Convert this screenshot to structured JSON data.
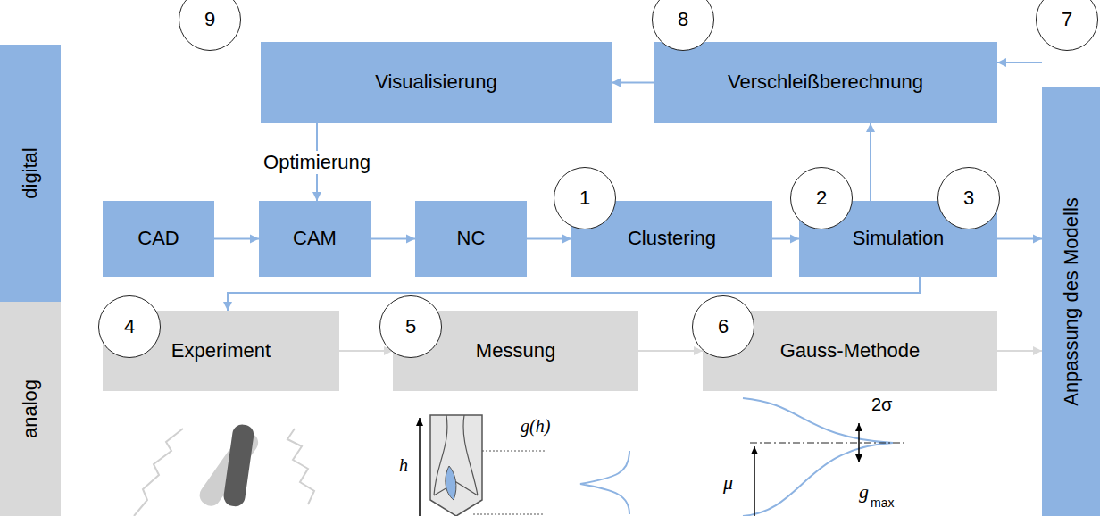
{
  "diagram": {
    "nodes": [
      {
        "text": [
          "digital"
        ]
      },
      {
        "text": [
          "analog"
        ]
      },
      {
        "text": [
          "Visualisierung"
        ]
      },
      {
        "text": [
          "Verschleißberechnung"
        ]
      },
      {
        "text": [
          "CAD"
        ]
      },
      {
        "text": [
          "CAM"
        ]
      },
      {
        "text": [
          "NC"
        ]
      },
      {
        "text": [
          "Clustering"
        ]
      },
      {
        "text": [
          "Simulation"
        ]
      },
      {
        "text": [
          "Experiment"
        ]
      },
      {
        "text": [
          "Messung"
        ]
      },
      {
        "text": [
          "Gauss-Methode"
        ]
      },
      {
        "text": [
          "Anpassung des Modells"
        ]
      },
      {
        "text": [
          "1"
        ]
      },
      {
        "text": [
          "2"
        ]
      },
      {
        "text": [
          "3"
        ]
      },
      {
        "text": [
          "4"
        ]
      },
      {
        "text": [
          "5"
        ]
      },
      {
        "text": [
          "6"
        ]
      },
      {
        "text": [
          "7"
        ]
      },
      {
        "text": [
          "8"
        ]
      },
      {
        "text": [
          "9"
        ]
      }
    ],
    "edges": [
      {
        "from": 4,
        "to": 5,
        "arrow": "to"
      },
      {
        "from": 5,
        "to": 6,
        "arrow": "to"
      },
      {
        "from": 6,
        "to": 7,
        "arrow": "to"
      },
      {
        "from": 7,
        "to": 8,
        "arrow": "to"
      },
      {
        "from": 8,
        "to": 3,
        "arrow": "to"
      },
      {
        "from": 8,
        "to": 12,
        "arrow": "to"
      },
      {
        "from": 12,
        "to": 3,
        "arrow": "to"
      },
      {
        "from": 3,
        "to": 2,
        "arrow": "to"
      },
      {
        "from": 2,
        "to": 5,
        "label": "Optimierung",
        "arrow": "to"
      },
      {
        "from": 8,
        "to": 9,
        "arrow": "to"
      },
      {
        "from": 9,
        "to": 10,
        "arrow": "to"
      },
      {
        "from": 10,
        "to": 11,
        "arrow": "to"
      },
      {
        "from": 11,
        "to": 12,
        "arrow": "to"
      }
    ],
    "labels": [
      "g(h)",
      "h",
      "2σ",
      "μ",
      "g",
      "max"
    ]
  }
}
